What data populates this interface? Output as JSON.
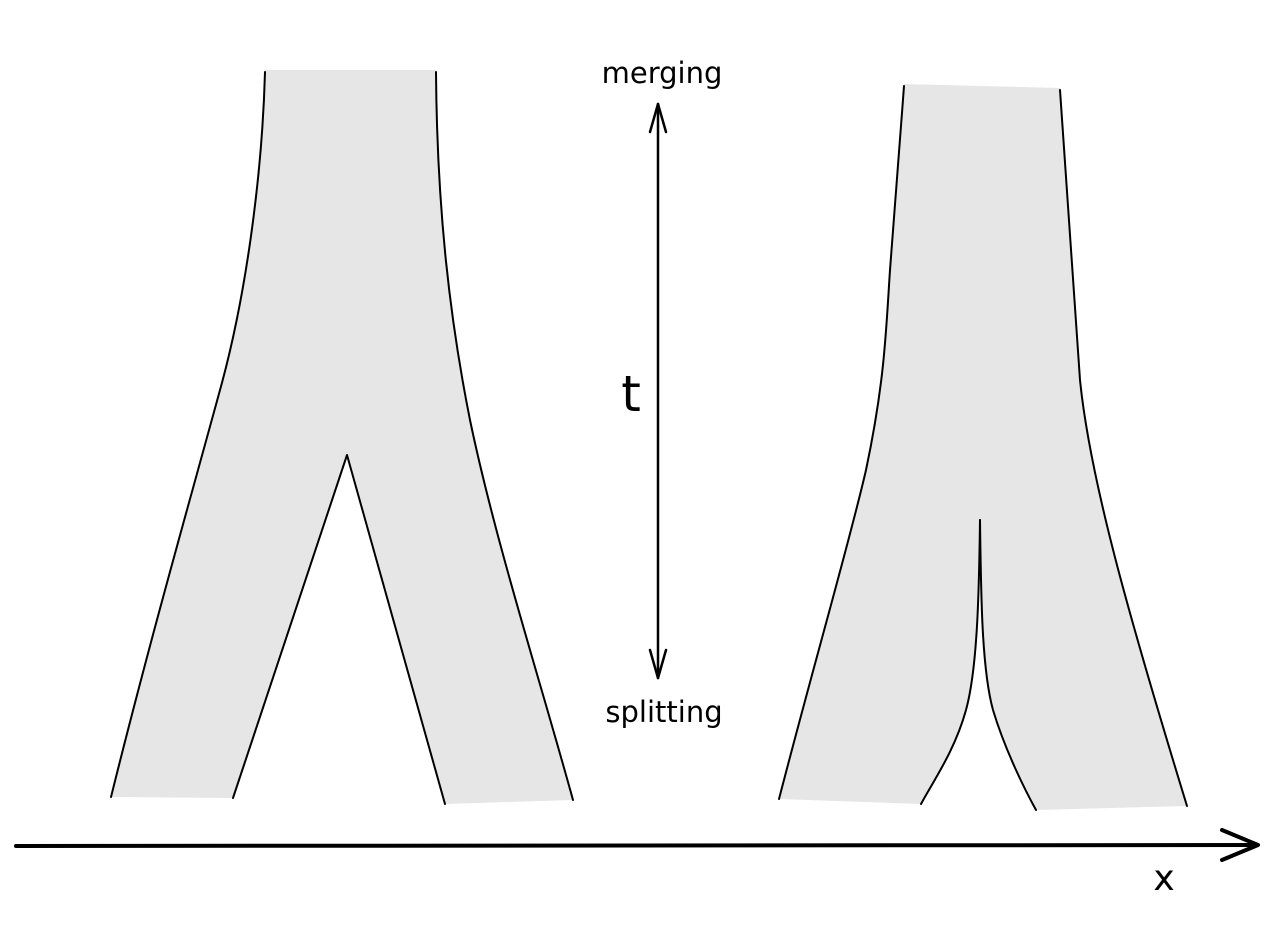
{
  "labels": {
    "top": "merging",
    "bottom": "splitting",
    "vertical_axis": "t",
    "horizontal_axis": "x"
  },
  "colors": {
    "shape_fill": "#e6e6e6",
    "stroke": "#000000",
    "background": "#ffffff"
  }
}
